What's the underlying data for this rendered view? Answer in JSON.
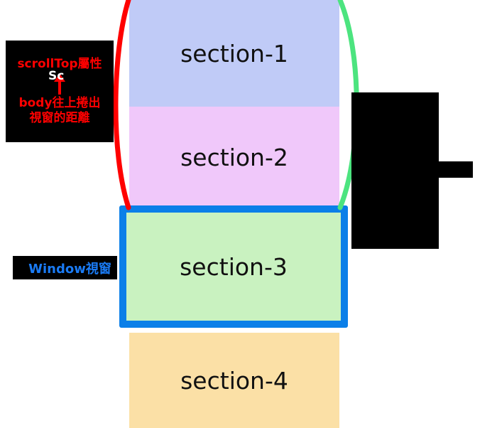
{
  "diagram": {
    "title": "scrollTop / Window viewport annotated section diagram",
    "background_color": "#ffffff"
  },
  "sections": [
    {
      "id": "section-1",
      "label": "section-1",
      "color": "#c0cbf7"
    },
    {
      "id": "section-2",
      "label": "section-2",
      "color": "#f0c8fa"
    },
    {
      "id": "section-3",
      "label": "section-3",
      "color": "#c9f2c0",
      "border_color": "#0b7fe8"
    },
    {
      "id": "section-4",
      "label": "section-4",
      "color": "#fbe0a6"
    }
  ],
  "annotations": {
    "scroll_top": {
      "line1": "scrollTop屬性",
      "arrow": "up-arrow",
      "line2": "body往上捲出",
      "line3": "視窗的距離",
      "text_color": "#ff0000",
      "background_color": "#000000"
    },
    "window_viewport": {
      "label": "Window視窗",
      "text_color": "#1a7bf5",
      "background_color": "#000000"
    },
    "scroll_height": {
      "label": "Sc",
      "text_color": "#ffffff",
      "background_color": "#000000",
      "note": "caption obscured by black redaction bar"
    }
  },
  "braces": {
    "left": {
      "name": "left-brace-curve",
      "color": "#ff0000"
    },
    "right": {
      "name": "right-brace-curve",
      "color": "#4ce47f"
    }
  }
}
